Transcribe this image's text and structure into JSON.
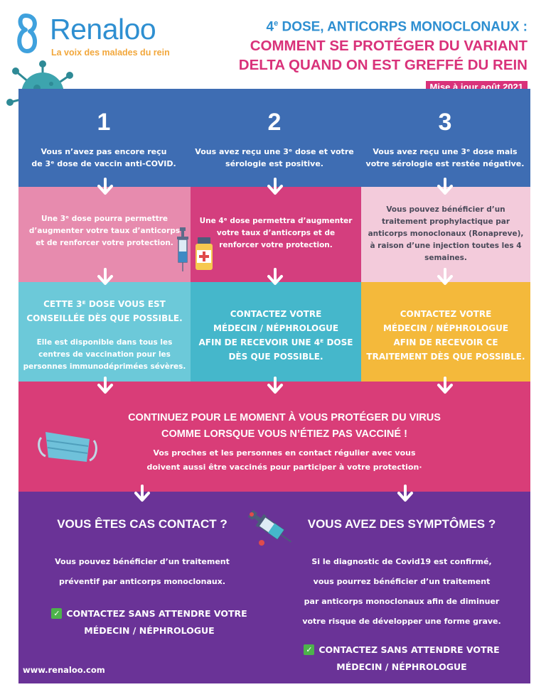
{
  "header": {
    "logo_name": "Renaloo",
    "logo_tagline": "La voix des malades du rein",
    "title_line1_a": "4",
    "title_line1_sup": "e",
    "title_line1_b": " DOSE, ANTICORPS MONOCLONAUX :",
    "title_line2": "COMMENT SE PROTÉGER DU VARIANT",
    "title_line3": "DELTA QUAND ON EST GREFFÉ DU REIN",
    "update_badge": "Mise à jour août 2021"
  },
  "columns": [
    {
      "number": "1",
      "line1": "Vous n’avez pas encore reçu",
      "line2": "de 3ᵉ dose de vaccin anti-COVID."
    },
    {
      "number": "2",
      "line1": "Vous avez reçu une 3ᵉ dose et votre",
      "line2": "sérologie est positive."
    },
    {
      "number": "3",
      "line1": "Vous avez reçu une 3ᵉ dose mais",
      "line2": "votre sérologie est restée négative."
    }
  ],
  "row1": {
    "c1": [
      "Une 3ᵉ dose pourra permettre",
      "d’augmenter votre taux d’anticorps",
      "et de renforcer votre protection."
    ],
    "c2": [
      "Une 4ᵉ dose permettra d’augmenter",
      "votre taux d’anticorps et de",
      "renforcer votre protection."
    ],
    "c3": [
      "Vous pouvez bénéficier d’un",
      "traitement prophylactique par",
      "anticorps monoclonaux (Ronapreve),",
      "à raison d’une injection toutes les 4",
      "semaines."
    ]
  },
  "row2": {
    "c1_head": [
      "CETTE 3ᴱ DOSE VOUS EST",
      "CONSEILLÉE DÈS QUE POSSIBLE."
    ],
    "c1_body": [
      "Elle est disponible dans tous les",
      "centres de vaccination pour les",
      "personnes immunodéprimées sévères."
    ],
    "c2": [
      "CONTACTEZ VOTRE",
      "MÉDECIN / NÉPHROLOGUE",
      "AFIN DE RECEVOIR UNE 4ᴱ DOSE",
      "DÈS QUE POSSIBLE."
    ],
    "c3": [
      "CONTACTEZ VOTRE",
      "MÉDECIN / NÉPHROLOGUE",
      "AFIN DE RECEVOIR CE",
      "TRAITEMENT DÈS QUE POSSIBLE."
    ]
  },
  "protect": {
    "head1": "CONTINUEZ POUR LE MOMENT À VOUS PROTÉGER DU VIRUS",
    "head2": "COMME LORSQUE VOUS N’ÉTIEZ PAS VACCINÉ !",
    "body1": "Vos proches et les personnes en contact régulier avec vous",
    "body2": "doivent aussi être vaccinés pour participer à votre protection·"
  },
  "contact_case": {
    "title": "VOUS ÊTES CAS CONTACT ?",
    "body1": "Vous pouvez bénéficier d’un traitement",
    "body2": "préventif par anticorps monoclonaux.",
    "call1": "CONTACTEZ SANS ATTENDRE VOTRE",
    "call2": "MÉDECIN / NÉPHROLOGUE"
  },
  "symptoms": {
    "title": "VOUS AVEZ DES SYMPTÔMES ?",
    "body1": "Si le diagnostic de Covid19 est confirmé,",
    "body2": "vous pourrez bénéficier d’un traitement",
    "body3": "par anticorps monoclonaux afin de diminuer",
    "body4": "votre risque de développer une forme grave.",
    "call1": "CONTACTEZ SANS ATTENDRE VOTRE",
    "call2": "MÉDECIN / NÉPHROLOGUE"
  },
  "footer": {
    "website": "www.renaloo.com"
  },
  "colors": {
    "brand_blue": "#2E8FD1",
    "brand_pink": "#D9327A",
    "brand_orange": "#F2A73B",
    "panel_blue": "#3E6DB3",
    "panel_purple": "#6A3397",
    "check_green": "#4DB34B"
  },
  "icons": [
    "renaloo-logo-icon",
    "virus-icon",
    "syringe-icon",
    "vial-icon",
    "face-mask-icon",
    "vaccine-syringe-icon",
    "check-icon",
    "arrow-down-icon"
  ]
}
